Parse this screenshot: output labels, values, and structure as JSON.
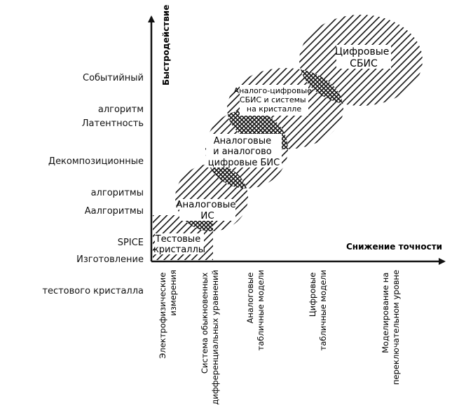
{
  "axes": {
    "y_title": "Быстродействие",
    "x_title": "Снижение точности"
  },
  "y_levels": [
    {
      "lines": [
        "Событийный",
        "алгоритм"
      ]
    },
    {
      "lines": [
        "Латентность"
      ]
    },
    {
      "lines": [
        "Декомпозиционные",
        "алгоритмы"
      ]
    },
    {
      "lines": [
        "Аалгоритмы",
        "SPICE"
      ]
    },
    {
      "lines": [
        "Изготовление",
        "тестового кристалла"
      ]
    }
  ],
  "x_levels": [
    {
      "lines": [
        "Электрофизические",
        "измерения"
      ]
    },
    {
      "lines": [
        "Система обыкновенных",
        "дифференциальных уравнений"
      ]
    },
    {
      "lines": [
        "Аналоговые",
        "табличные модели"
      ]
    },
    {
      "lines": [
        "Цифровые",
        "табличные модели"
      ]
    },
    {
      "lines": [
        "Моделирование на",
        "переключательном уровне"
      ]
    }
  ],
  "regions": [
    {
      "name": "test-crystals",
      "lines": [
        "Тестовые",
        "кристаллы"
      ]
    },
    {
      "name": "analog-ic",
      "lines": [
        "Аналоговые",
        "ИС"
      ]
    },
    {
      "name": "analog-digital-lsi",
      "lines": [
        "Аналоговые",
        "и аналогово",
        "цифровые БИС"
      ]
    },
    {
      "name": "mixed-vlsi-soc",
      "lines": [
        "Аналого-цифровые",
        "СБИС и системы",
        "на кристалле"
      ]
    },
    {
      "name": "digital-vlsi",
      "lines": [
        "Цифровые",
        "СБИС"
      ]
    }
  ]
}
